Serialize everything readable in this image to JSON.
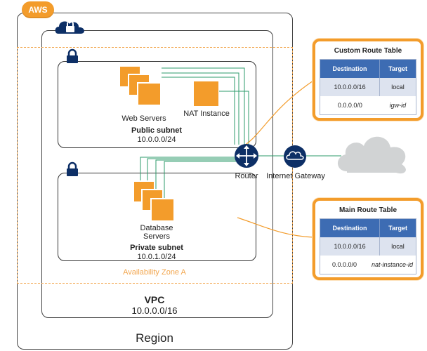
{
  "badge": {
    "label": "AWS"
  },
  "region": {
    "label": "Region"
  },
  "vpc": {
    "label": "VPC",
    "cidr": "10.0.0.0/16"
  },
  "availability_zone": {
    "label": "Availability Zone A"
  },
  "public_subnet": {
    "label": "Public subnet",
    "cidr": "10.0.0.0/24"
  },
  "private_subnet": {
    "label": "Private subnet",
    "cidr": "10.0.1.0/24"
  },
  "nodes": {
    "web_servers": "Web Servers",
    "nat_instance": "NAT Instance",
    "database_servers_line1": "Database",
    "database_servers_line2": "Servers",
    "router": "Router",
    "internet_gateway": "Internet Gateway"
  },
  "custom_route_table": {
    "title": "Custom Route Table",
    "headers": [
      "Destination",
      "Target"
    ],
    "rows": [
      {
        "destination": "10.0.0.0/16",
        "target": "local"
      },
      {
        "destination": "0.0.0.0/0",
        "target": "igw-id"
      }
    ]
  },
  "main_route_table": {
    "title": "Main Route Table",
    "headers": [
      "Destination",
      "Target"
    ],
    "rows": [
      {
        "destination": "10.0.0.0/16",
        "target": "local"
      },
      {
        "destination": "0.0.0.0/0",
        "target": "nat-instance-id"
      }
    ]
  },
  "colors": {
    "accent_orange": "#f39c2b",
    "connection_green": "#2e9b6b",
    "router_navy": "#0d2f66",
    "table_header_blue": "#3d6cb3",
    "cloud_gray": "#d1d3d4"
  }
}
